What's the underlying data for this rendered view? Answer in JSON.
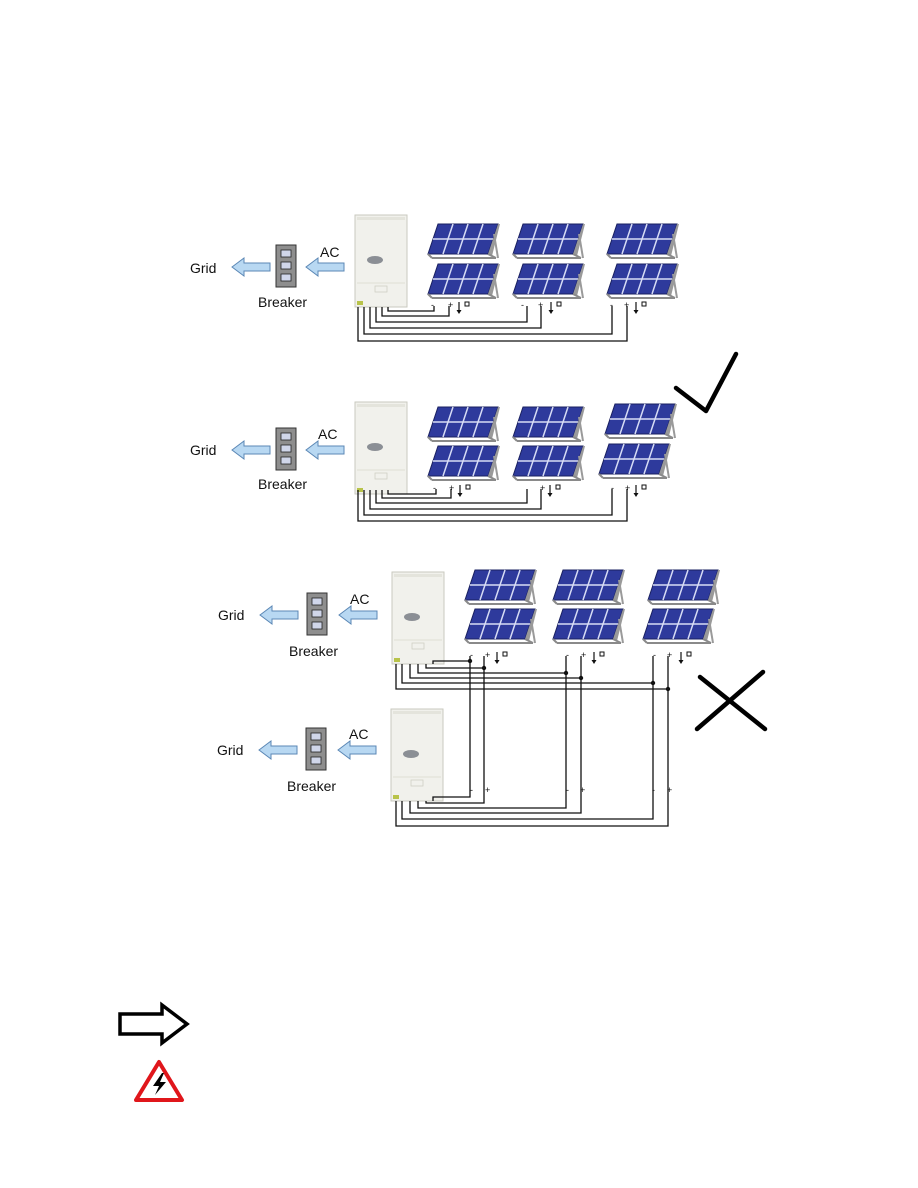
{
  "labels": {
    "grid": "Grid",
    "ac": "AC",
    "breaker": "Breaker",
    "minus": "-",
    "plus": "+"
  },
  "colors": {
    "panel": "#2e3a9c",
    "panel_grid": "#d7dcf5",
    "inverter": "#f1f1ec",
    "arrow": "#b8d8f2",
    "breaker": "#8e8e8e",
    "check": "#000000",
    "cross": "#000000",
    "warning": "#e0161b"
  },
  "icons": [
    "right-arrow-icon",
    "electrical-warning-icon",
    "check-mark-icon",
    "cross-mark-icon"
  ]
}
